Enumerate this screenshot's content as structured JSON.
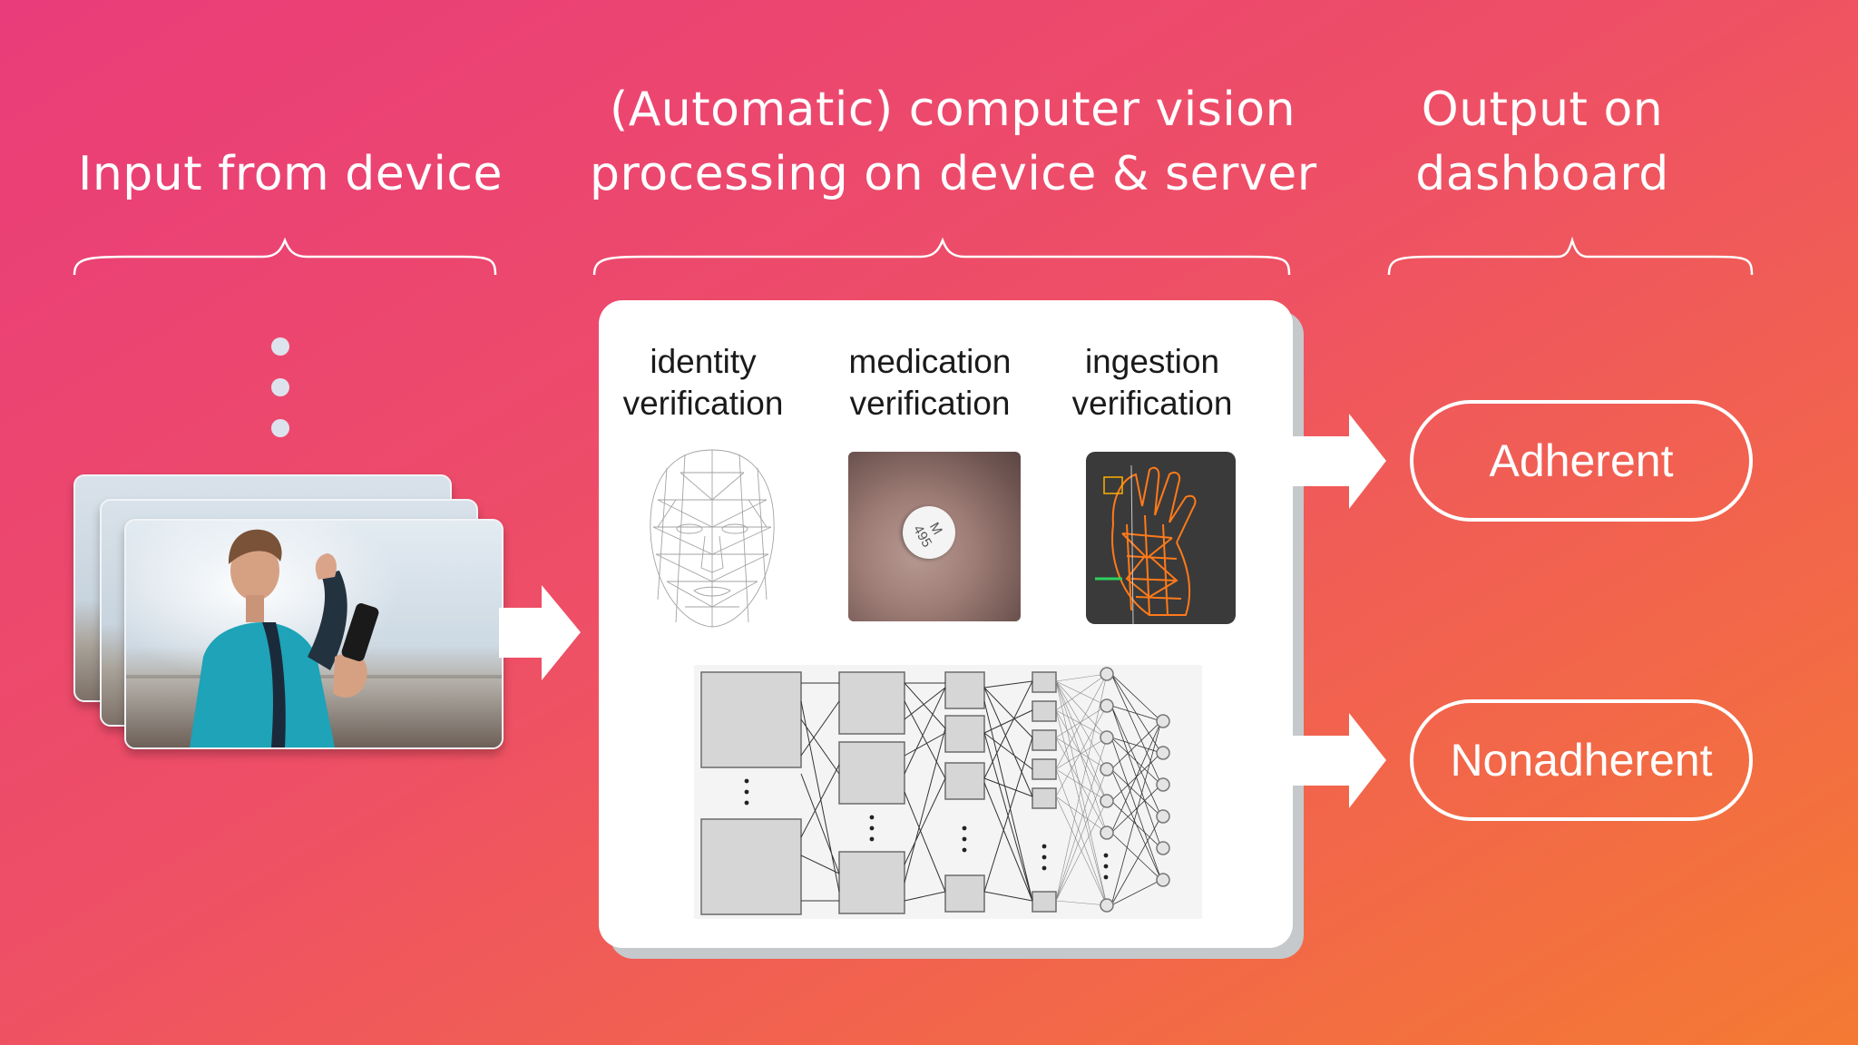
{
  "columns": {
    "input_title": "Input from device",
    "processing_title_line1": "(Automatic) computer vision",
    "processing_title_line2": "processing on device & server",
    "output_title_line1": "Output on",
    "output_title_line2": "dashboard"
  },
  "verification": [
    {
      "line1": "identity",
      "line2": "verification",
      "icon": "face-mesh-icon"
    },
    {
      "line1": "medication",
      "line2": "verification",
      "icon": "pill-photo-icon"
    },
    {
      "line1": "ingestion",
      "line2": "verification",
      "icon": "hand-mesh-icon"
    }
  ],
  "outputs": {
    "adherent": "Adherent",
    "nonadherent": "Nonadherent"
  },
  "pill_imprint": {
    "line1": "M",
    "line2": "495"
  },
  "colors": {
    "background_start": "#e93c7a",
    "background_end": "#f47a33",
    "panel": "#ffffff",
    "text": "#ffffff"
  }
}
